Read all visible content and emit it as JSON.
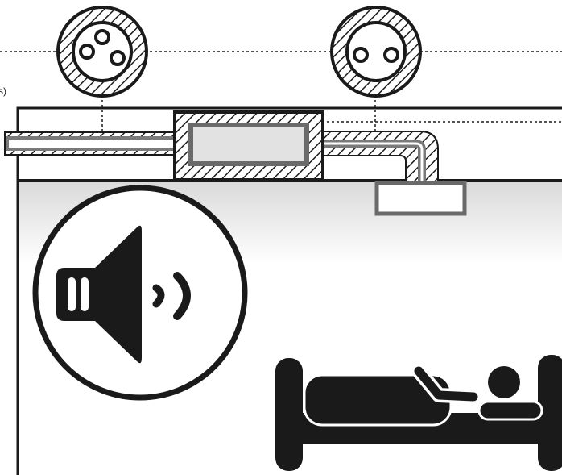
{
  "edge_label": "s)",
  "colors": {
    "outline": "#1a1a1a",
    "duct_gray": "#7a7a7a",
    "silencer_fill": "#e2e2e2",
    "room_gradient_top": "#d9d9d9",
    "room_gradient_bottom": "#ffffff"
  },
  "icons": {
    "left_cross_section": "three-conductor-hatched-duct-section",
    "right_cross_section": "two-conductor-hatched-duct-section",
    "speaker": "speaker-sound-icon",
    "sleeping_person": "person-sleeping-in-bed-icon"
  }
}
